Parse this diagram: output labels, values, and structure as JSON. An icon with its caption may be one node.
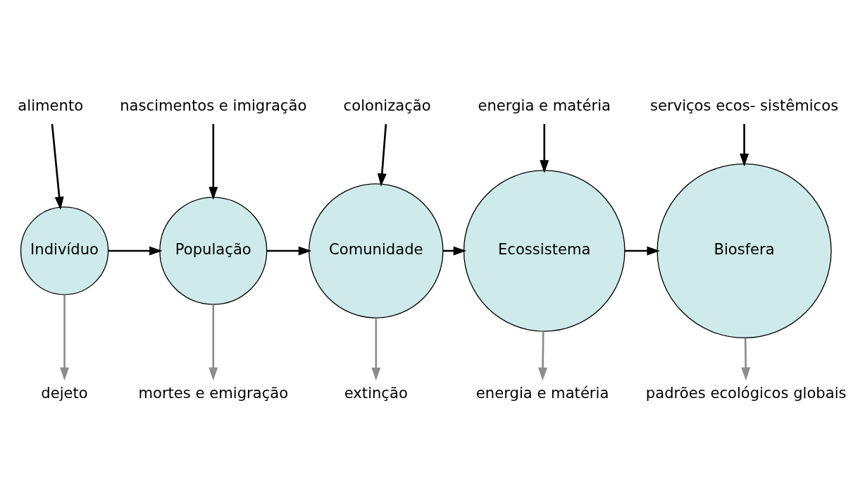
{
  "diagram": {
    "nodes": [
      {
        "text": [
          "Indivíduo"
        ]
      },
      {
        "text": [
          "População"
        ]
      },
      {
        "text": [
          "Comunidade"
        ]
      },
      {
        "text": [
          "Ecossistema"
        ]
      },
      {
        "text": [
          "Biosfera"
        ]
      },
      {
        "text": [
          "alimento"
        ]
      },
      {
        "text": [
          "nascimentos e imigração"
        ]
      },
      {
        "text": [
          "colonização"
        ]
      },
      {
        "text": [
          "energia e matéria"
        ]
      },
      {
        "text": [
          "serviços ecos- sistêmicos"
        ]
      },
      {
        "text": [
          "dejeto"
        ]
      },
      {
        "text": [
          "mortes e emigração"
        ]
      },
      {
        "text": [
          "extinção"
        ]
      },
      {
        "text": [
          "energia e matéria"
        ]
      },
      {
        "text": [
          "padrões ecológicos globais"
        ]
      }
    ],
    "edges": [
      {
        "from": 0,
        "to": 1,
        "arrow": "to"
      },
      {
        "from": 1,
        "to": 2,
        "arrow": "to"
      },
      {
        "from": 2,
        "to": 3,
        "arrow": "to"
      },
      {
        "from": 3,
        "to": 4,
        "arrow": "to"
      },
      {
        "from": 5,
        "to": 0,
        "arrow": "to"
      },
      {
        "from": 6,
        "to": 1,
        "arrow": "to"
      },
      {
        "from": 7,
        "to": 2,
        "arrow": "to"
      },
      {
        "from": 8,
        "to": 3,
        "arrow": "to"
      },
      {
        "from": 9,
        "to": 4,
        "arrow": "to"
      },
      {
        "from": 0,
        "to": 10,
        "arrow": "to",
        "color": "#8c8c8c"
      },
      {
        "from": 1,
        "to": 11,
        "arrow": "to",
        "color": "#8c8c8c"
      },
      {
        "from": 2,
        "to": 12,
        "arrow": "to",
        "color": "#8c8c8c"
      },
      {
        "from": 3,
        "to": 13,
        "arrow": "to",
        "color": "#8c8c8c"
      },
      {
        "from": 4,
        "to": 14,
        "arrow": "to",
        "color": "#8c8c8c"
      }
    ]
  }
}
